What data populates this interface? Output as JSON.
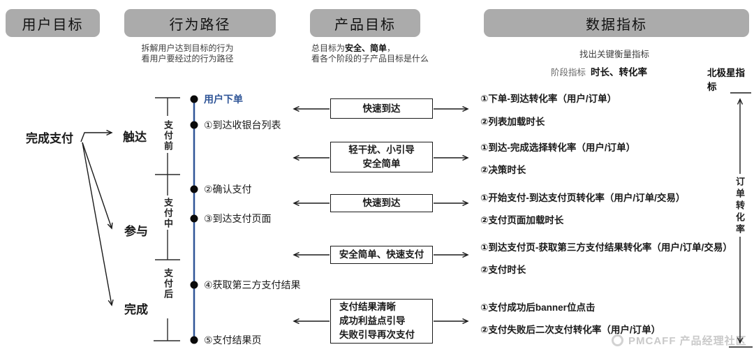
{
  "user_goal": {
    "header": "用户目标",
    "goal": "完成支付",
    "stages": [
      "触达",
      "参与",
      "完成"
    ]
  },
  "behavior_path": {
    "header": "行为路径",
    "desc1": "拆解用户达到目标的行为",
    "desc2": "看用户要经过的行为路径",
    "phases": [
      "支付前",
      "支付中",
      "支付后"
    ],
    "steps": [
      "用户下单",
      "①到达收银台列表",
      "②确认支付",
      "③到达支付页面",
      "④获取第三方支付结果",
      "⑤支付结果页"
    ]
  },
  "product_goal": {
    "header": "产品目标",
    "desc1_normal": "总目标为",
    "desc1_bold": "安全、简单",
    "desc1_tail": "，",
    "desc2": "看各个阶段的子产品目标是什么",
    "boxes": [
      {
        "lines": [
          "快速到达"
        ]
      },
      {
        "lines": [
          "轻干扰、小引导",
          "安全简单"
        ]
      },
      {
        "lines": [
          "快速到达"
        ]
      },
      {
        "lines": [
          "安全简单、快速支付"
        ]
      },
      {
        "lines": [
          "支付结果清晰",
          "成功利益点引导",
          "失败引导再次支付"
        ]
      }
    ]
  },
  "data_metrics": {
    "header": "数据指标",
    "desc": "找出关键衡量指标",
    "stage_label": "阶段指标",
    "stage_metrics": "时长、转化率",
    "north_star_label": "北极星指标",
    "north_star_metric": "订单转化率",
    "metrics": [
      "①下单-到达转化率（用户/订单）",
      "②列表加载时长",
      "①到达-完成选择转化率（用户/订单）",
      "②决策时长",
      "①开始支付-到达支付页转化率（用户/订单/交易）",
      "②支付页面加载时长",
      "①到达支付页-获取第三方支付结果转化率（用户/订单/交易）",
      "②支付时长",
      "①支付成功后banner位点击",
      "②支付失败后二次支付转化率（用户/订单）"
    ]
  },
  "watermark": "PMCAFF 产品经理社区",
  "colors": {
    "header_bg": "#ABABAB",
    "timeline": "#2F5597",
    "highlight": "#2F5597",
    "watermark": "#C9C9C9"
  }
}
